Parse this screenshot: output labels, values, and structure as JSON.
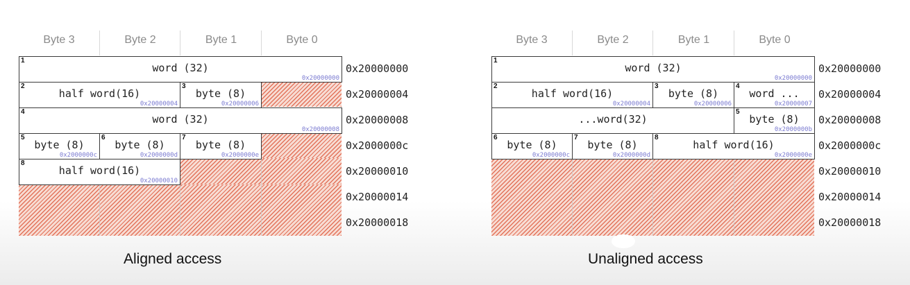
{
  "columns": [
    "Byte 3",
    "Byte 2",
    "Byte 1",
    "Byte 0"
  ],
  "row_addresses": [
    "0x20000000",
    "0x20000004",
    "0x20000008",
    "0x2000000c",
    "0x20000010",
    "0x20000014",
    "0x20000018"
  ],
  "aligned": {
    "caption": "Aligned access",
    "cells": [
      {
        "num": "1",
        "label": "word (32)",
        "addr": "0x20000000"
      },
      {
        "num": "2",
        "label": "half word(16)",
        "addr": "0x20000004"
      },
      {
        "num": "3",
        "label": "byte (8)",
        "addr": "0x20000006"
      },
      {
        "num": "4",
        "label": "word (32)",
        "addr": "0x20000008"
      },
      {
        "num": "5",
        "label": "byte (8)",
        "addr": "0x2000000c"
      },
      {
        "num": "6",
        "label": "byte (8)",
        "addr": "0x2000000d"
      },
      {
        "num": "7",
        "label": "byte (8)",
        "addr": "0x2000000e"
      },
      {
        "num": "8",
        "label": "half word(16)",
        "addr": "0x20000010"
      }
    ]
  },
  "unaligned": {
    "caption": "Unaligned access",
    "cells": [
      {
        "num": "1",
        "label": "word (32)",
        "addr": "0x20000000"
      },
      {
        "num": "2",
        "label": "half word(16)",
        "addr": "0x20000004"
      },
      {
        "num": "3",
        "label": "byte (8)",
        "addr": "0x20000006"
      },
      {
        "num": "4",
        "label": "word ...",
        "addr": "0x20000007"
      },
      {
        "num": "",
        "label": "...word(32)",
        "addr": ""
      },
      {
        "num": "5",
        "label": "byte (8)",
        "addr": "0x2000000b"
      },
      {
        "num": "6",
        "label": "byte (8)",
        "addr": "0x2000000c"
      },
      {
        "num": "7",
        "label": "byte (8)",
        "addr": "0x2000000d"
      },
      {
        "num": "8",
        "label": "half word(16)",
        "addr": "0x2000000e"
      }
    ]
  },
  "colors": {
    "hatch": "#e3735b",
    "cell_address": "#7b7bd1",
    "border": "#3a3a3a"
  }
}
